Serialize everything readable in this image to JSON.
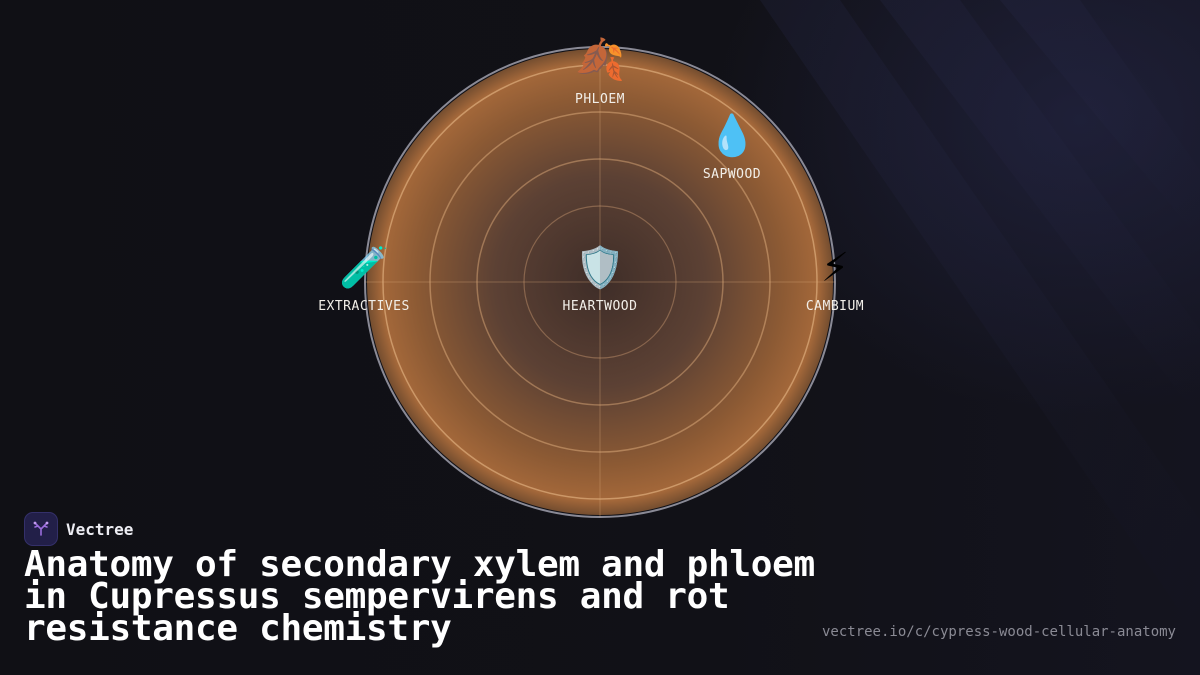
{
  "brand": {
    "name": "Vectree",
    "logo_icon": "branching-tree-icon",
    "logo_color": "#9b6ddc"
  },
  "title": "Anatomy of secondary xylem and phloem in Cupressus sempervirens and rot resistance chemistry",
  "url": "vectree.io/c/cypress-wood-cellular-anatomy",
  "colors": {
    "wood_outer": "#a4683a",
    "wood_inner": "#3e2d28",
    "ring_stroke": "#d9a878",
    "bark_edge": "#8a8a96",
    "background": "#101015"
  },
  "diagram": {
    "nodes": [
      {
        "id": "phloem",
        "label": "PHLOEM",
        "icon": "fallen-leaves-icon",
        "glyph": "🍂"
      },
      {
        "id": "sapwood",
        "label": "SAPWOOD",
        "icon": "water-drop-icon",
        "glyph": "💧"
      },
      {
        "id": "extractives",
        "label": "EXTRACTIVES",
        "icon": "test-tube-icon",
        "glyph": "🧪"
      },
      {
        "id": "heartwood",
        "label": "HEARTWOOD",
        "icon": "shield-icon",
        "glyph": "🛡️"
      },
      {
        "id": "cambium",
        "label": "CAMBIUM",
        "icon": "lightning-icon",
        "glyph": "⚡"
      }
    ]
  }
}
